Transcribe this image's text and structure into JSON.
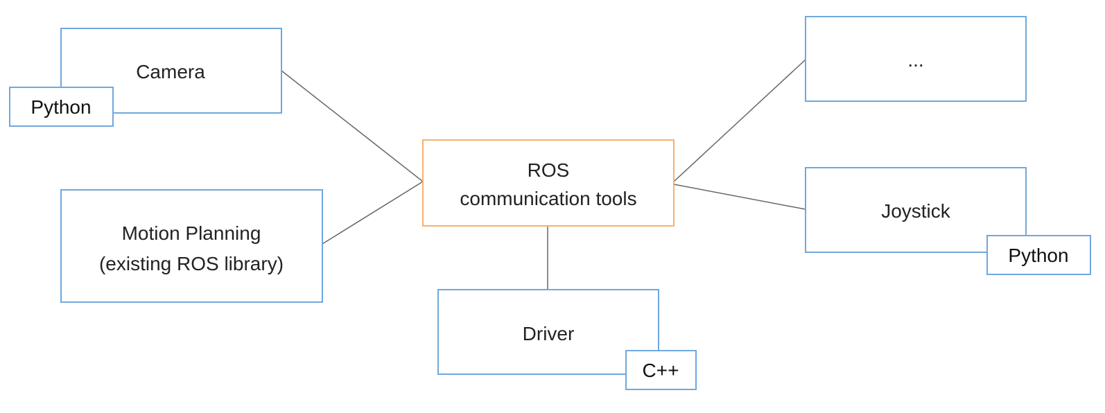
{
  "hub": {
    "line1": "ROS",
    "line2": "communication tools"
  },
  "nodes": {
    "camera": {
      "label": "Camera",
      "language": "Python"
    },
    "motion_planning": {
      "line1": "Motion Planning",
      "line2": "(existing ROS library)"
    },
    "driver": {
      "label": "Driver",
      "language": "C++"
    },
    "other": {
      "label": "..."
    },
    "joystick": {
      "label": "Joystick",
      "language": "Python"
    }
  },
  "colors": {
    "node_border": "#6fa8dc",
    "hub_border": "#f6b26b",
    "connector": "#666666"
  }
}
